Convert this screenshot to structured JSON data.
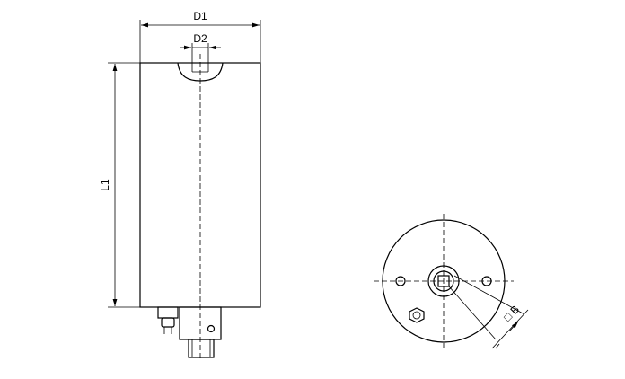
{
  "labels": {
    "d1": "D1",
    "d2": "D2",
    "l1": "L1",
    "b": "B",
    "b_symbol": "□"
  }
}
